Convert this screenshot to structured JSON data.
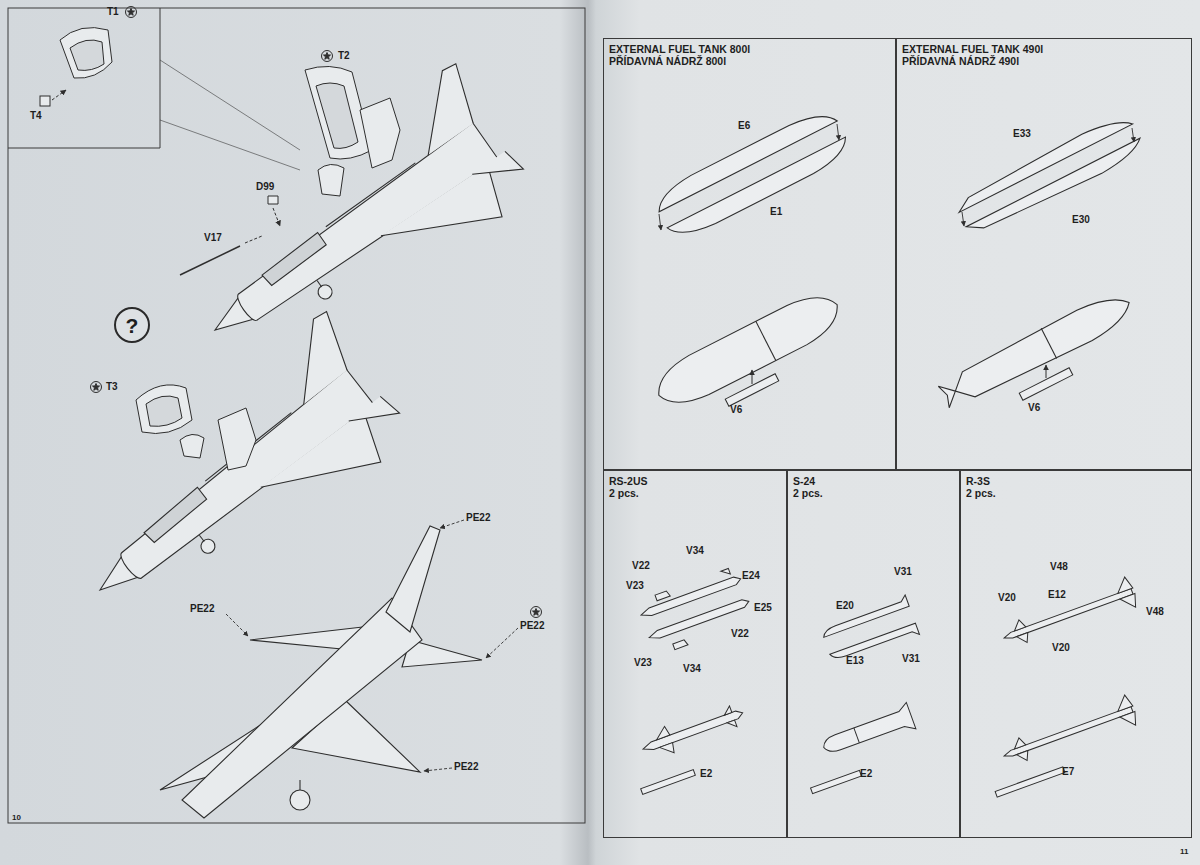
{
  "diagram": {
    "nodes": [
      {
        "text": [
          "EXTERNAL FUEL TANK 800l",
          "PŘÍDAVNÁ NÁDRŽ 800l"
        ]
      },
      {
        "text": [
          "EXTERNAL FUEL TANK 490l",
          "PŘÍDAVNÁ NÁDRŽ 490l"
        ]
      },
      {
        "text": [
          "RS-2US",
          "2 pcs."
        ]
      },
      {
        "text": [
          "S-24",
          "2 pcs."
        ]
      },
      {
        "text": [
          "R-3S",
          "2 pcs."
        ]
      },
      {
        "text": [
          "?"
        ]
      }
    ],
    "labels": [
      "T1",
      "T4",
      "T2",
      "D99",
      "V17",
      "T3",
      "PE22",
      "PE22",
      "PE22",
      "PE22",
      "10",
      "E6",
      "E1",
      "V6",
      "E33",
      "E30",
      "V6",
      "V22",
      "V34",
      "V23",
      "E24",
      "E25",
      "V22",
      "V23",
      "V34",
      "E2",
      "V31",
      "E20",
      "E13",
      "V31",
      "E2",
      "V48",
      "V20",
      "E12",
      "V48",
      "V20",
      "E7",
      "11"
    ]
  }
}
